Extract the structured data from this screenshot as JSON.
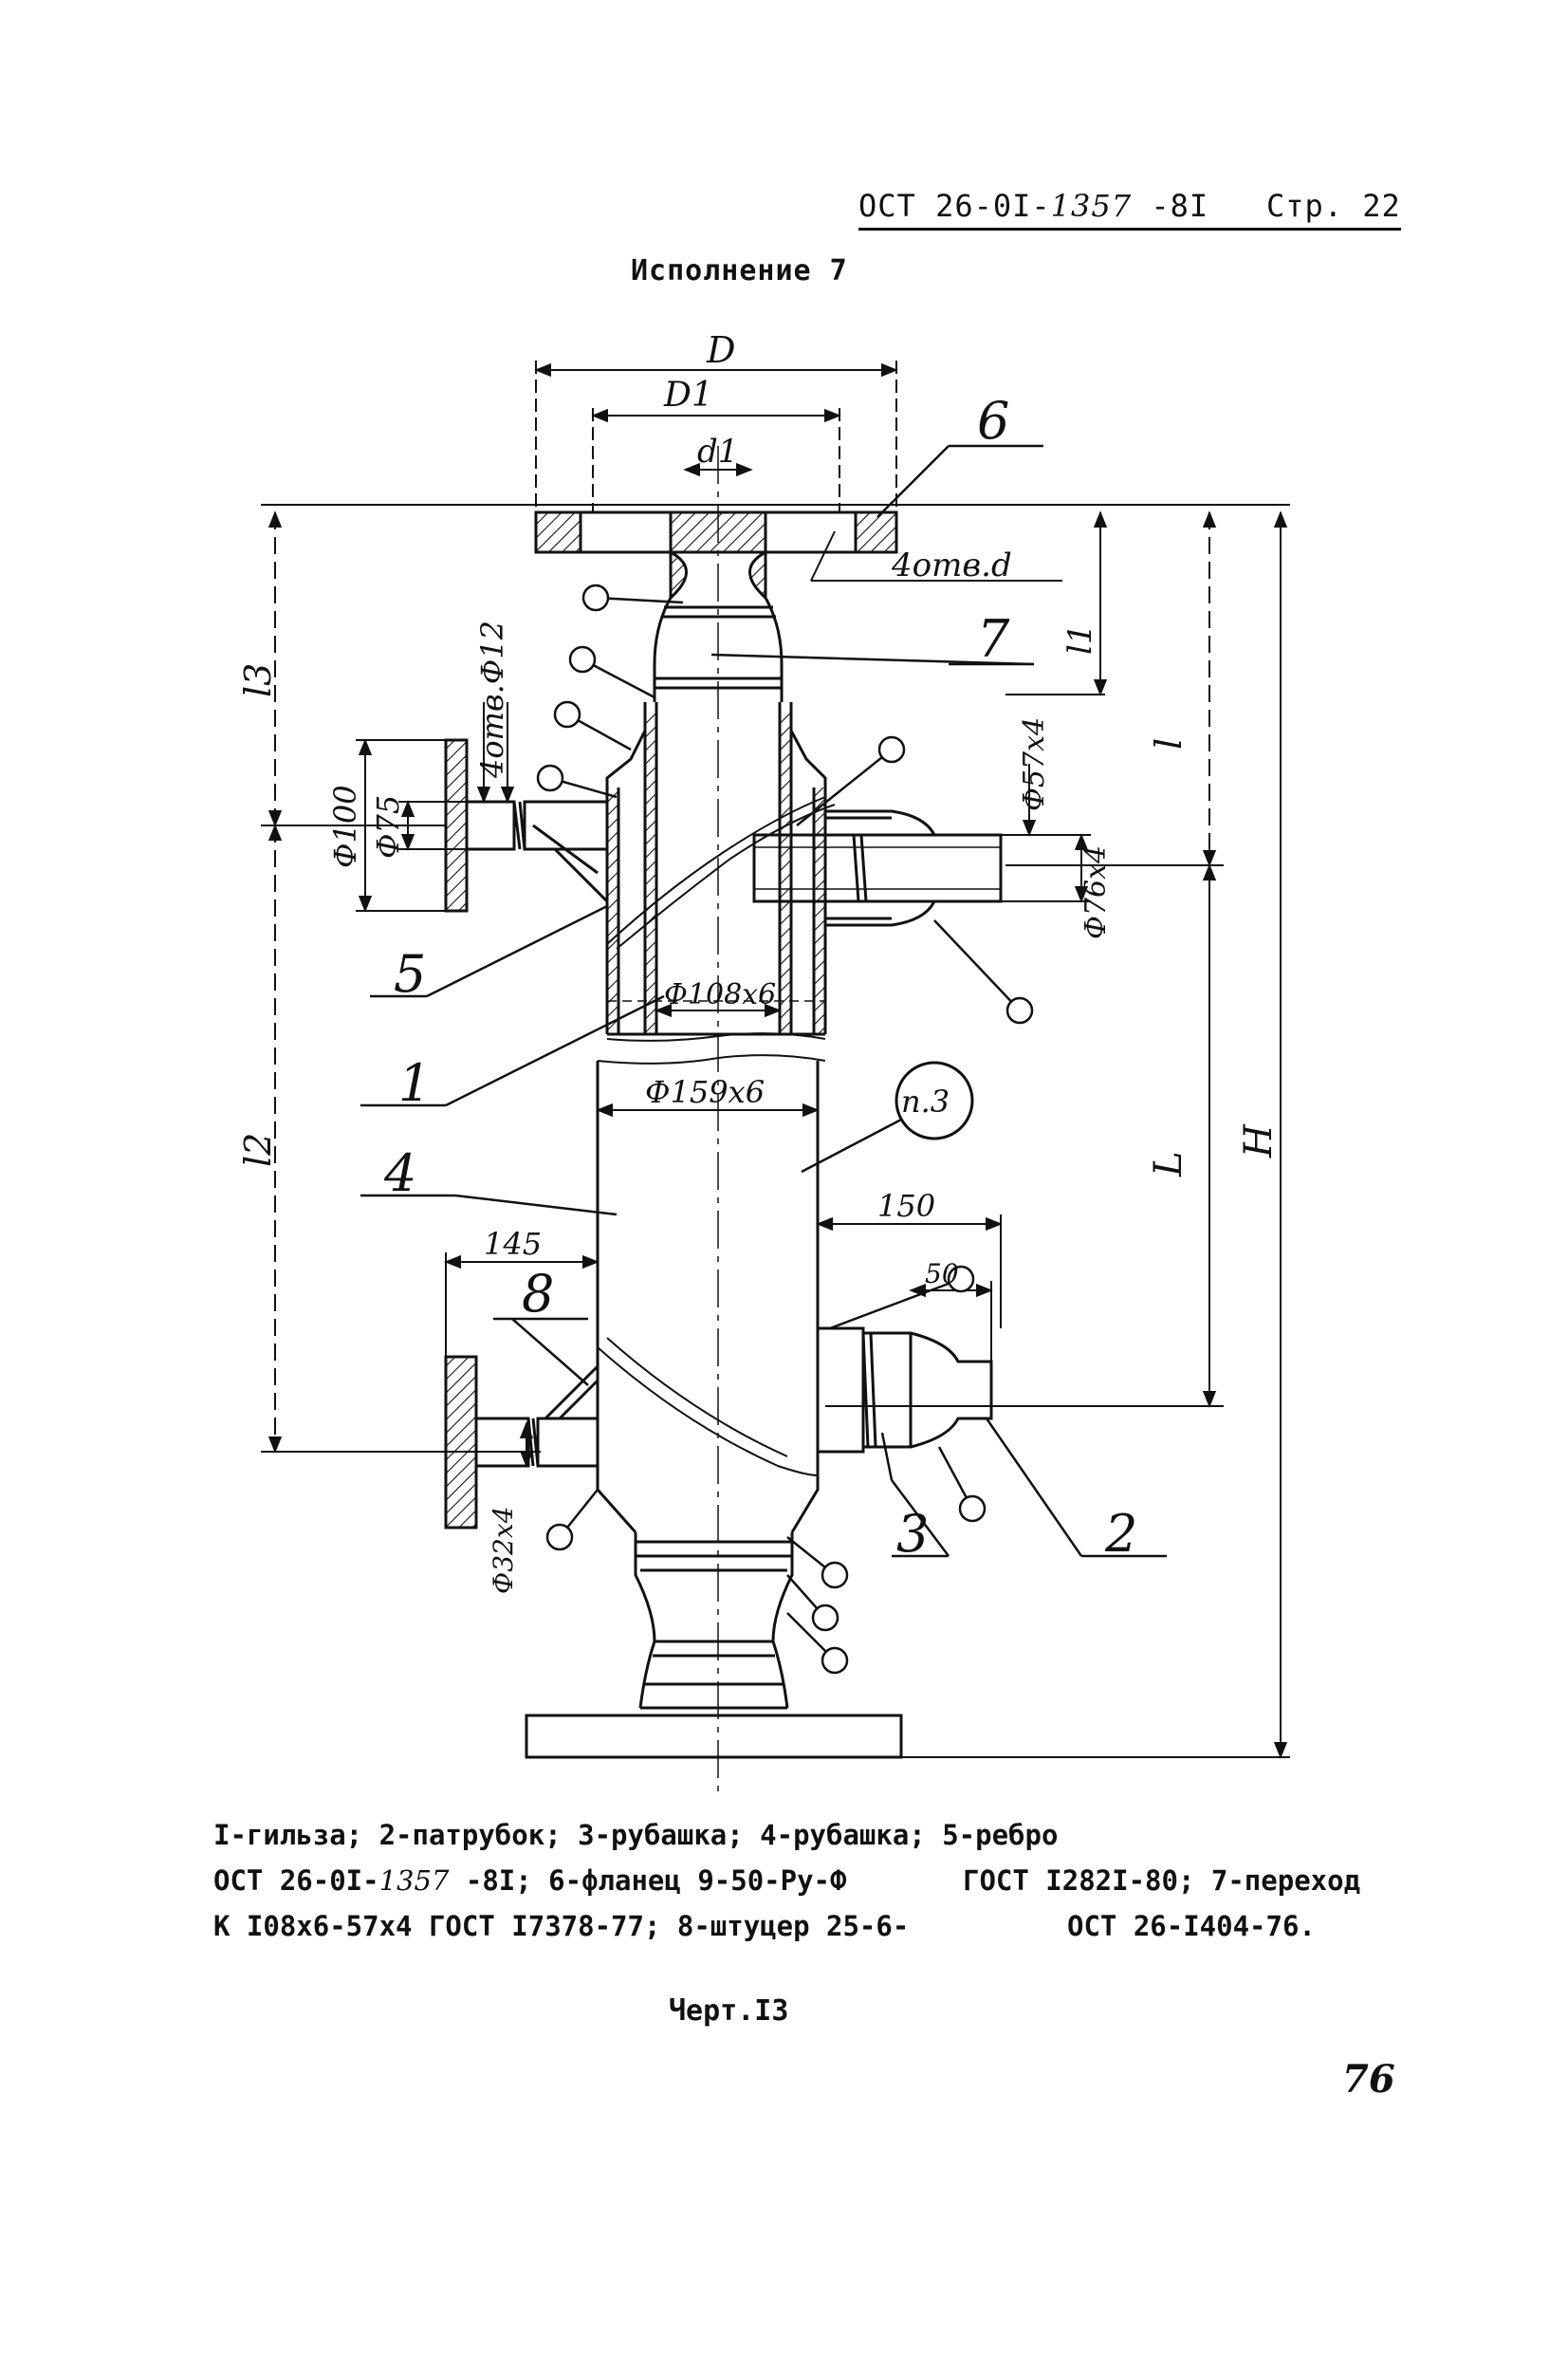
{
  "header": {
    "standard_prefix": "ОСТ 26-0I-",
    "standard_hand": "1357",
    "standard_suffix": "-8I",
    "page_label": "Стр. 22"
  },
  "variant_title": "Исполнение 7",
  "dimensions": {
    "D": "D",
    "D1": "D1",
    "d1": "d1",
    "holes_d": "4отв.d",
    "holes_12": "4отв.Ф12",
    "d100": "Ф100",
    "d75": "Ф75",
    "d57x4": "Ф57х4",
    "d76x4": "Ф76х4",
    "d108x6": "Ф108х6",
    "d159x6": "Ф159х6",
    "d32x4": "Ф32х4",
    "len_150": "150",
    "len_145": "145",
    "len_50": "50",
    "l1": "l1",
    "l": "l",
    "L": "L",
    "H": "H",
    "l2": "l2",
    "l3": "l3"
  },
  "part_labels": [
    "1",
    "2",
    "3",
    "4",
    "5",
    "6",
    "7",
    "8"
  ],
  "note_ref": "п.3",
  "caption": {
    "line1": "I-гильза; 2-патрубок; 3-рубашка; 4-рубашка; 5-ребро",
    "line2_left_a": "ОСТ 26-0I-",
    "line2_left_hand": "1357",
    "line2_left_b": " -8I; 6-фланец 9-50-Pу-Ф",
    "line2_right": "ГОСТ I282I-80; 7-переход",
    "line3_left": "К I08х6-57х4 ГОСТ I7378-77; 8-штуцер 25-6-",
    "line3_right": "ОСТ 26-I404-76."
  },
  "drawing_label": "Черт.I3",
  "page_number": "76"
}
